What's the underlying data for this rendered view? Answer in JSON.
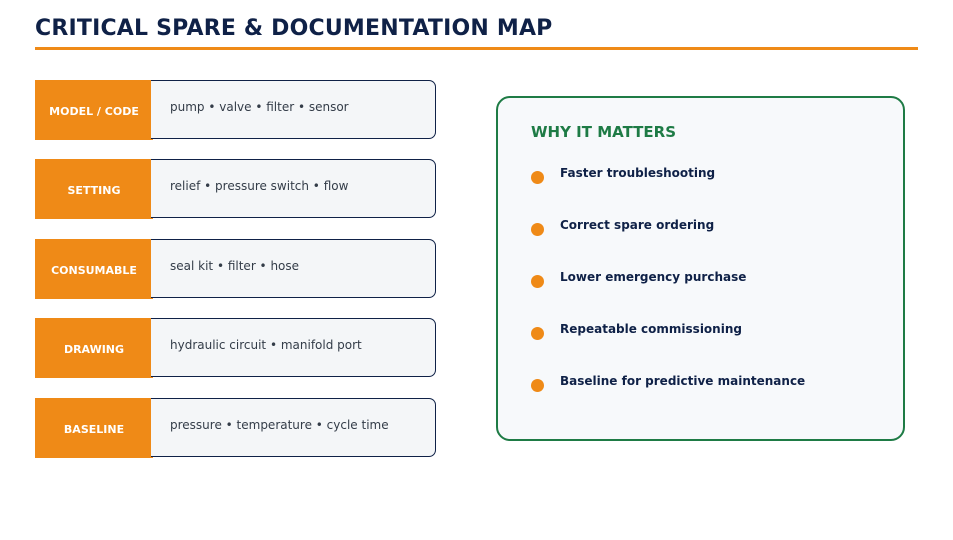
{
  "page": {
    "title": "CRITICAL SPARE & DOCUMENTATION MAP"
  },
  "rows": [
    {
      "label": "MODEL / CODE",
      "detail": "pump • valve • filter • sensor"
    },
    {
      "label": "SETTING",
      "detail": "relief • pressure switch • flow"
    },
    {
      "label": "CONSUMABLE",
      "detail": "seal kit • filter • hose"
    },
    {
      "label": "DRAWING",
      "detail": "hydraulic circuit • manifold port"
    },
    {
      "label": "BASELINE",
      "detail": "pressure • temperature • cycle time"
    }
  ],
  "panel": {
    "title": "WHY IT MATTERS",
    "items": [
      "Faster troubleshooting",
      "Correct spare ordering",
      "Lower emergency purchase",
      "Repeatable commissioning",
      "Baseline for predictive maintenance"
    ]
  },
  "colors": {
    "accent": "#ef8a17",
    "navy": "#0f2147",
    "green": "#1e7b45"
  }
}
